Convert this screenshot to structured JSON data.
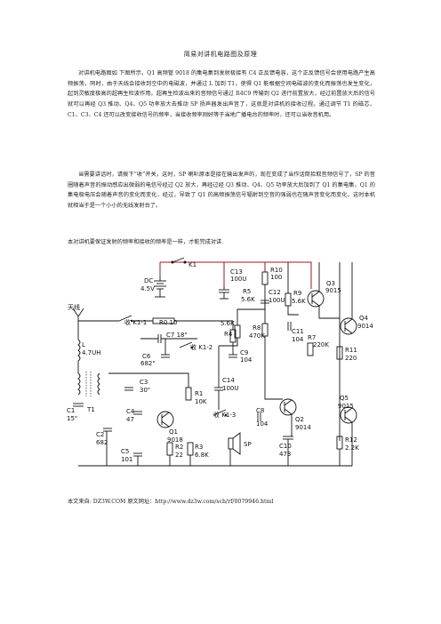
{
  "doc": {
    "title": "简易对讲机电路图及原理",
    "paragraph1": "对讲机电路图如 下图所示，Q1 高频管 9018 的集电集到发射极接有 C4 正反馈电容，这个正反馈信号会使用电路产生高频振荡，同时，由于天线会接收到空中的电磁波，并通过 L 加到 T1，使得 Q1 能根据空间电磁波的变化而振荡也发生变化，起到灵敏度极高的超再生检波作用。超再生检波出来的音频信号通过 R4C9 传输到 Q2 进行前置放大，经过前置放大后的信号就可以再经 Q3 推动、Q4、Q5 功率放大去推动 SP 扬声器发出声音了，这就是对讲机的接收过程。通过调节 T1 的磁芯、C1、C3、C4 还可以改变接收信号的频率，当接收频率刚好等于当地广播电台的频率时，还可以当收音机用。",
    "paragraph2": "当需要讲话时，请拨下“收”开关，这时，SP 喇叭原本是接在输出发声的，现在变成了当作话筒拾取音频信号了，SP 的音圈随着声音的振动感应出微弱的电信号经过 Q2 放大，再经过经 Q3 推动、Q4、Q5 功率放大后加到了 Q1 的集电集，Q1 的集电极电压会随着声音的变化而变化，经过，导致了 Q1 的高频振荡信号辐射到空音的强弱也在随声音变化而变化，这时本机就相当于是一个小小的无线发射台了。",
    "note": "本对讲机要保证发射的频率和接收的频率是一样，才能完成对讲.",
    "source_prefix": "本文来自: DZ3W.COM  原文网址：",
    "source_url": "http://www.dz3w.com/sch/rf/0079946.html"
  },
  "schematic": {
    "labels": [
      {
        "id": "k1",
        "text": "K1"
      },
      {
        "id": "dc",
        "text": "DC"
      },
      {
        "id": "v45",
        "text": "4.5V"
      },
      {
        "id": "c13",
        "text": "C13"
      },
      {
        "id": "c13v",
        "text": "100U"
      },
      {
        "id": "r10",
        "text": "R10"
      },
      {
        "id": "r10v",
        "text": "100"
      },
      {
        "id": "r5",
        "text": "R5"
      },
      {
        "id": "r5v",
        "text": "5.6K"
      },
      {
        "id": "c12",
        "text": "C12"
      },
      {
        "id": "c12v",
        "text": "100U"
      },
      {
        "id": "r9",
        "text": "R9"
      },
      {
        "id": "r9v",
        "text": "5.6K"
      },
      {
        "id": "q3",
        "text": "Q3"
      },
      {
        "id": "q3v",
        "text": "9015"
      },
      {
        "id": "antenna",
        "text": "天线"
      },
      {
        "id": "k11",
        "text": "收 K1-1"
      },
      {
        "id": "r0",
        "text": "R0  10"
      },
      {
        "id": "k56",
        "text": "5.6K"
      },
      {
        "id": "r4",
        "text": "R4"
      },
      {
        "id": "r8",
        "text": "R8"
      },
      {
        "id": "r8v",
        "text": "470K"
      },
      {
        "id": "c11",
        "text": "C11"
      },
      {
        "id": "c11v",
        "text": "104"
      },
      {
        "id": "r7",
        "text": "R7"
      },
      {
        "id": "r7v",
        "text": "220K"
      },
      {
        "id": "q4",
        "text": "Q4"
      },
      {
        "id": "q4v",
        "text": "9014"
      },
      {
        "id": "c7",
        "text": "C7  18\""
      },
      {
        "id": "k12",
        "text": "收 K1-2"
      },
      {
        "id": "c9",
        "text": "C9"
      },
      {
        "id": "c9v",
        "text": "104"
      },
      {
        "id": "r11",
        "text": "R11"
      },
      {
        "id": "r11v",
        "text": "220"
      },
      {
        "id": "l",
        "text": "L"
      },
      {
        "id": "lv",
        "text": "4.7UH"
      },
      {
        "id": "c6",
        "text": "C6"
      },
      {
        "id": "c6v",
        "text": "682\""
      },
      {
        "id": "c3",
        "text": "C3"
      },
      {
        "id": "c3v",
        "text": "30\""
      },
      {
        "id": "c14",
        "text": "C14"
      },
      {
        "id": "c14v",
        "text": "100U"
      },
      {
        "id": "r1",
        "text": "R1"
      },
      {
        "id": "r1v",
        "text": "10K"
      },
      {
        "id": "c1",
        "text": "C1"
      },
      {
        "id": "c1v",
        "text": "15\""
      },
      {
        "id": "t1",
        "text": "T1"
      },
      {
        "id": "c4",
        "text": "C4"
      },
      {
        "id": "c4v",
        "text": "47"
      },
      {
        "id": "k13",
        "text": "收 K1-3"
      },
      {
        "id": "c8",
        "text": "C8"
      },
      {
        "id": "c8v",
        "text": "104"
      },
      {
        "id": "q2",
        "text": "Q2"
      },
      {
        "id": "q2v",
        "text": "9014"
      },
      {
        "id": "q5",
        "text": "Q5"
      },
      {
        "id": "q5v",
        "text": "9015"
      },
      {
        "id": "c2",
        "text": "C2"
      },
      {
        "id": "c2v",
        "text": "682"
      },
      {
        "id": "q1",
        "text": "Q1"
      },
      {
        "id": "q1v",
        "text": "9018"
      },
      {
        "id": "r2",
        "text": "R2"
      },
      {
        "id": "r2v",
        "text": "22"
      },
      {
        "id": "r3",
        "text": "R3"
      },
      {
        "id": "r3v",
        "text": "6.8K"
      },
      {
        "id": "c5",
        "text": "C5"
      },
      {
        "id": "c5v",
        "text": "101"
      },
      {
        "id": "sp",
        "text": "SP"
      },
      {
        "id": "c10",
        "text": "C10"
      },
      {
        "id": "c10v",
        "text": "473"
      },
      {
        "id": "r12",
        "text": "R12"
      },
      {
        "id": "r12v",
        "text": "2.2K"
      }
    ]
  }
}
